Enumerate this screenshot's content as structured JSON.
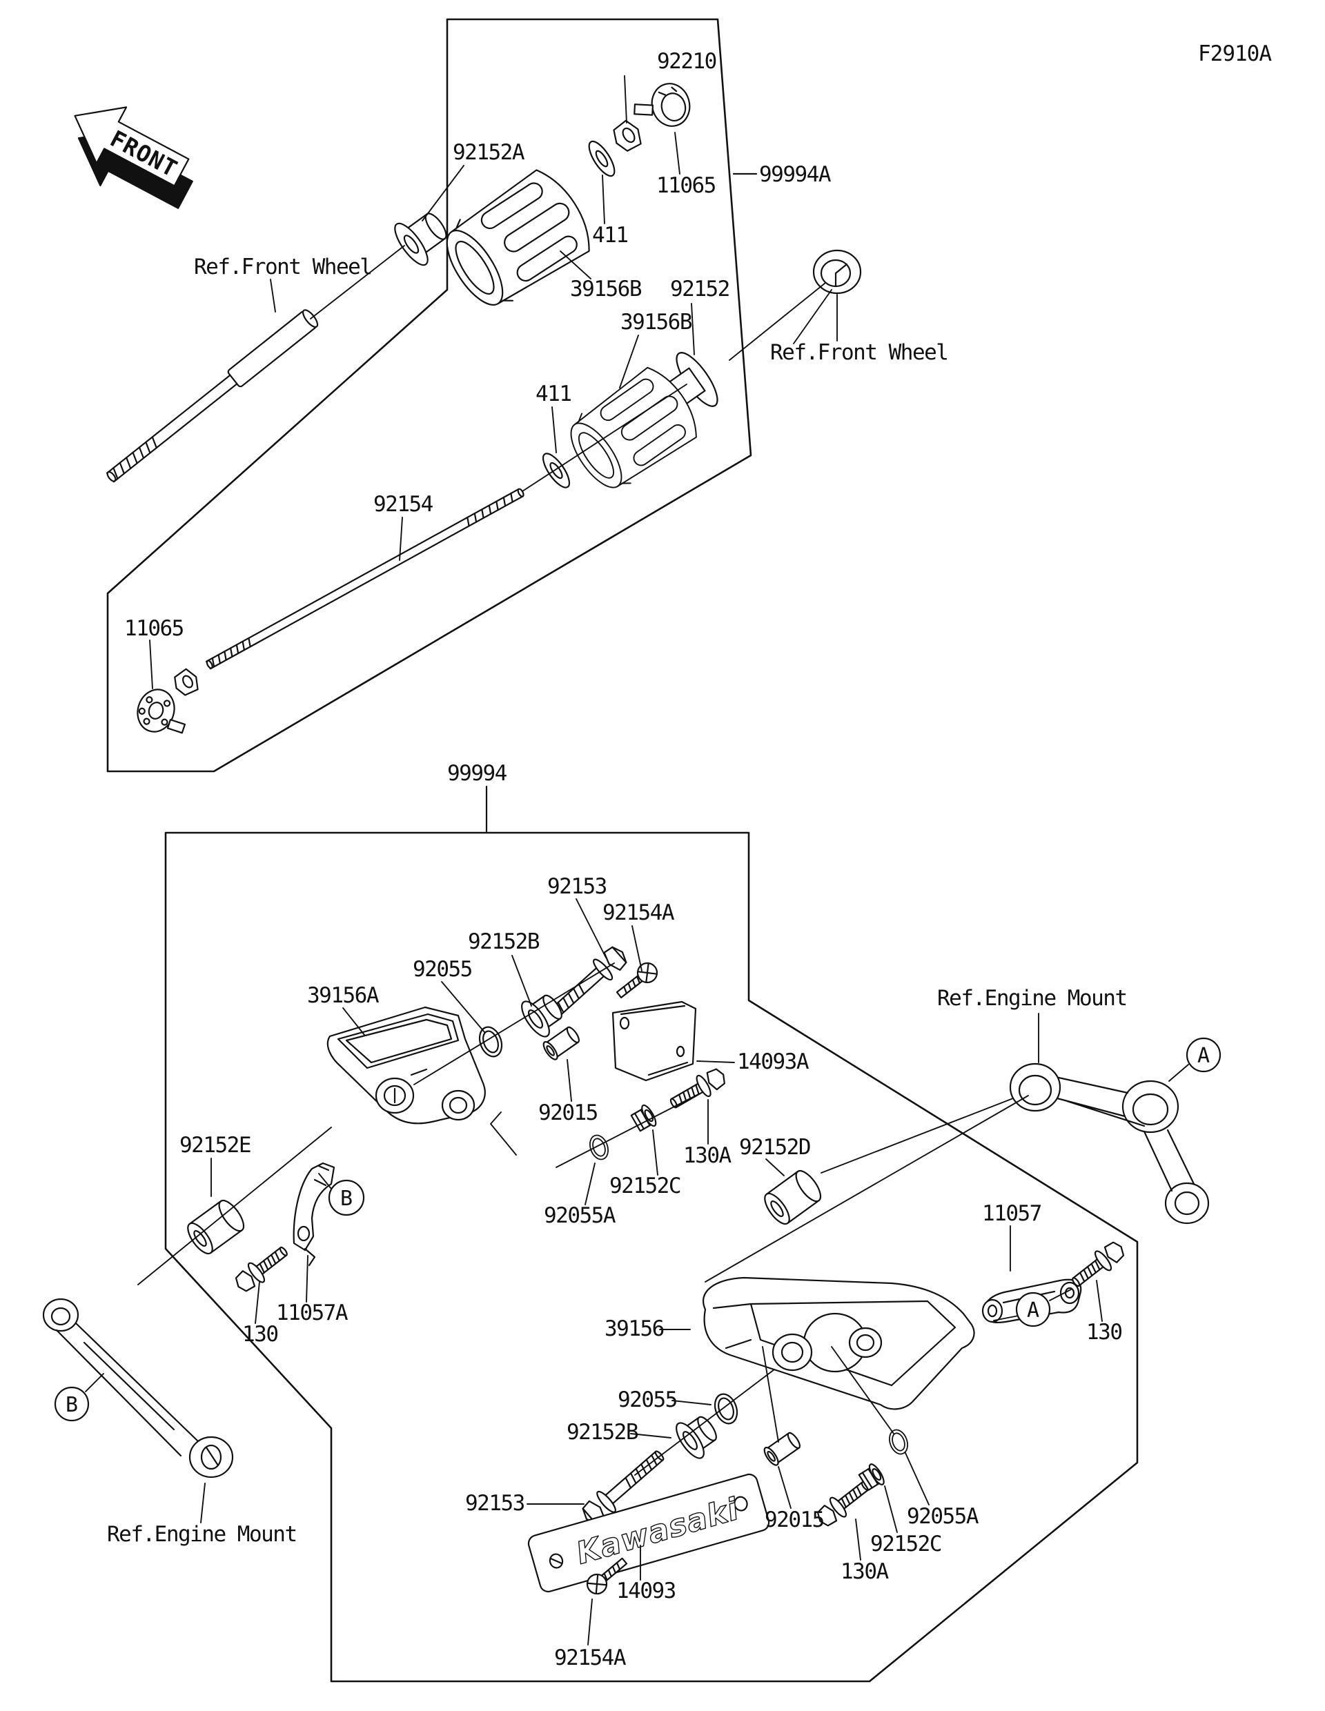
{
  "figure": {
    "code": "F2910A"
  },
  "front_arrow": {
    "label": "FRONT"
  },
  "brand_plate": {
    "text": "Kawasaki"
  },
  "callouts": [
    "A",
    "A",
    "B",
    "B"
  ],
  "colors": {
    "ink": "#111111",
    "background": "#ffffff"
  },
  "labels": [
    {
      "text": "92210",
      "kind": "part-number"
    },
    {
      "text": "92152A",
      "kind": "part-number"
    },
    {
      "text": "11065",
      "kind": "part-number"
    },
    {
      "text": "99994A",
      "kind": "kit-number"
    },
    {
      "text": "411",
      "kind": "part-number"
    },
    {
      "text": "39156B",
      "kind": "part-number"
    },
    {
      "text": "92152",
      "kind": "part-number"
    },
    {
      "text": "39156B",
      "kind": "part-number"
    },
    {
      "text": "Ref.Front Wheel",
      "kind": "reference"
    },
    {
      "text": "Ref.Front Wheel",
      "kind": "reference"
    },
    {
      "text": "411",
      "kind": "part-number"
    },
    {
      "text": "92154",
      "kind": "part-number"
    },
    {
      "text": "11065",
      "kind": "part-number"
    },
    {
      "text": "99994",
      "kind": "kit-number"
    },
    {
      "text": "92153",
      "kind": "part-number"
    },
    {
      "text": "92154A",
      "kind": "part-number"
    },
    {
      "text": "92152B",
      "kind": "part-number"
    },
    {
      "text": "92055",
      "kind": "part-number"
    },
    {
      "text": "39156A",
      "kind": "part-number"
    },
    {
      "text": "Ref.Engine Mount",
      "kind": "reference"
    },
    {
      "text": "14093A",
      "kind": "part-number"
    },
    {
      "text": "92015",
      "kind": "part-number"
    },
    {
      "text": "130A",
      "kind": "part-number"
    },
    {
      "text": "92152D",
      "kind": "part-number"
    },
    {
      "text": "92152E",
      "kind": "part-number"
    },
    {
      "text": "92152C",
      "kind": "part-number"
    },
    {
      "text": "92055A",
      "kind": "part-number"
    },
    {
      "text": "11057",
      "kind": "part-number"
    },
    {
      "text": "11057A",
      "kind": "part-number"
    },
    {
      "text": "130",
      "kind": "part-number"
    },
    {
      "text": "39156",
      "kind": "part-number"
    },
    {
      "text": "130",
      "kind": "part-number"
    },
    {
      "text": "92055",
      "kind": "part-number"
    },
    {
      "text": "92152B",
      "kind": "part-number"
    },
    {
      "text": "92153",
      "kind": "part-number"
    },
    {
      "text": "92015",
      "kind": "part-number"
    },
    {
      "text": "92055A",
      "kind": "part-number"
    },
    {
      "text": "92152C",
      "kind": "part-number"
    },
    {
      "text": "130A",
      "kind": "part-number"
    },
    {
      "text": "14093",
      "kind": "part-number"
    },
    {
      "text": "92154A",
      "kind": "part-number"
    },
    {
      "text": "Ref.Engine Mount",
      "kind": "reference"
    }
  ]
}
